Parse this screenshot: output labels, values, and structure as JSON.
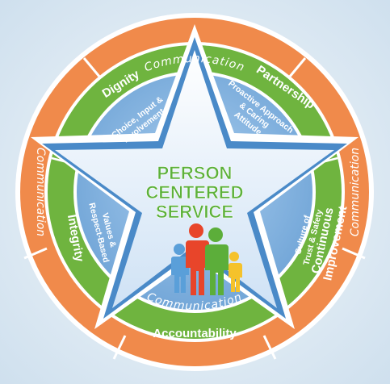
{
  "diagram": {
    "center_title": [
      "PERSON",
      "CENTERED",
      "SERVICE"
    ],
    "outer_ring_label": "Communication",
    "values": {
      "dignity": "Dignity",
      "partnership": "Partnership",
      "integrity": "Integrity",
      "continuous_improvement": [
        "Continuous",
        "Improvement"
      ],
      "accountability": "Accountability"
    },
    "principles": {
      "choice": [
        "Choice, Input &",
        "Involvement"
      ],
      "proactive": [
        "Proactive Approach",
        "& Caring",
        "Attitude"
      ],
      "values_respect": [
        "Values &",
        "Respect-Based"
      ],
      "trust_safety": [
        "Culture of",
        "Trust & Safety"
      ]
    },
    "colors": {
      "outer_ring": "#f08a4b",
      "green_ring": "#6fb43f",
      "inner_disc": "#7fb0de",
      "star_fill": "#dbe9f7",
      "star_border": "#4a8ac8",
      "title_green": "#5cb13a",
      "person_orange": "#e8452a",
      "person_green": "#5cae3a",
      "person_blue": "#5a9fd9",
      "person_yellow": "#f5c22b"
    }
  }
}
